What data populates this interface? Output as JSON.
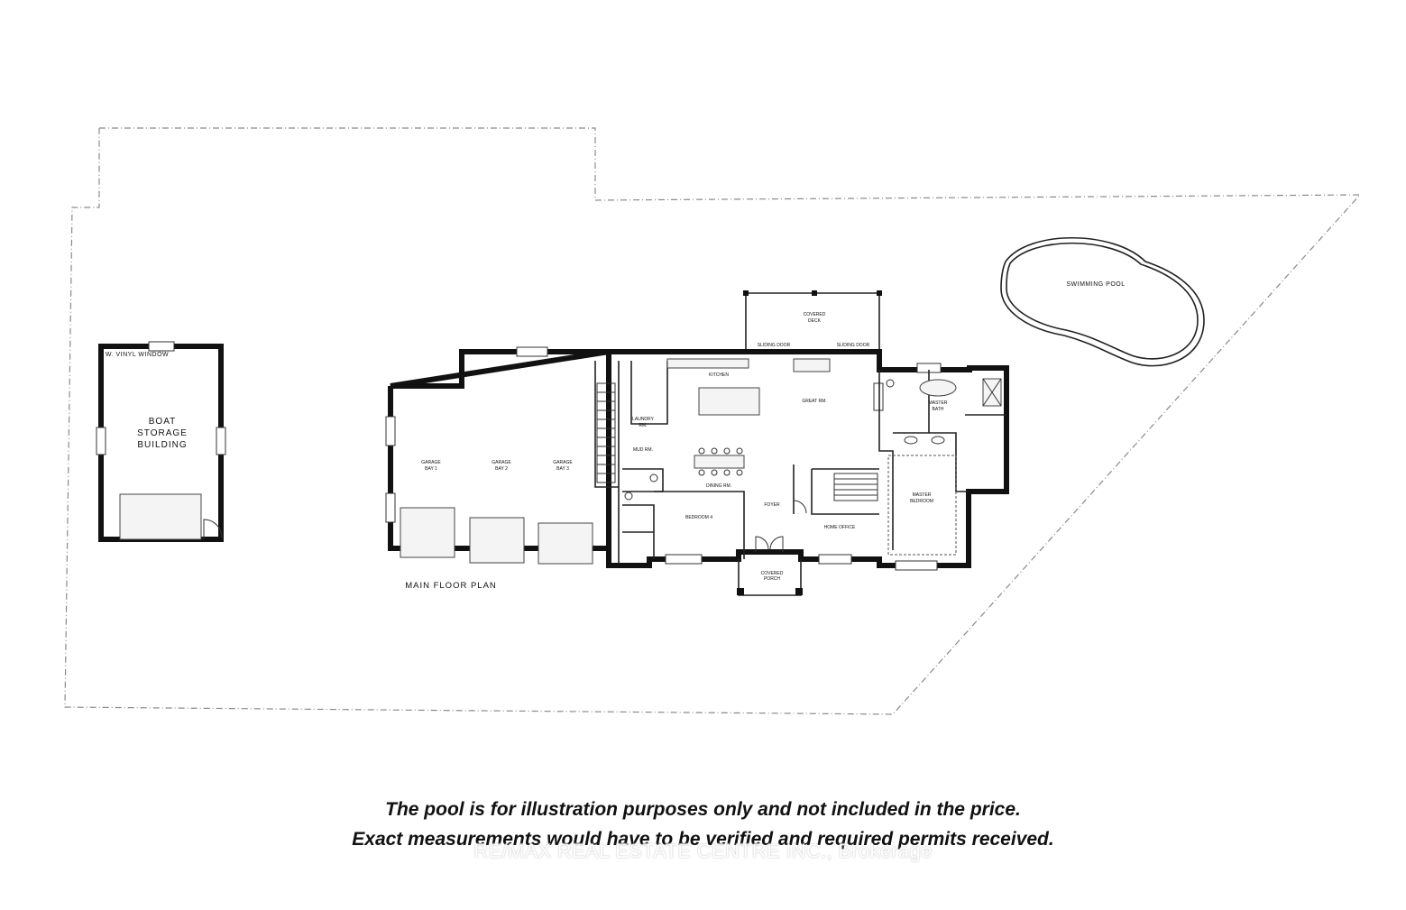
{
  "labels": {
    "boat_storage": [
      "BOAT",
      "STORAGE",
      "BUILDING"
    ],
    "swimming_pool": "SWIMMING POOL",
    "main_floor_plan": "MAIN FLOOR PLAN",
    "garage_bay_1": [
      "GARAGE",
      "BAY 1"
    ],
    "garage_bay_2": [
      "GARAGE",
      "BAY 2"
    ],
    "garage_bay_3": [
      "GARAGE",
      "BAY 3"
    ],
    "covered_deck": [
      "COVERED",
      "DECK"
    ],
    "kitchen": "KITCHEN",
    "great_rm": "GREAT RM.",
    "dining_rm": "DINING RM.",
    "laundry": [
      "LAUNDRY",
      "RM."
    ],
    "mud_rm": "MUD RM.",
    "bedroom_4": "BEDROOM 4",
    "foyer": "FOYER",
    "home_office": "HOME OFFICE",
    "master_bath": [
      "MASTER",
      "BATH"
    ],
    "master_bedroom": [
      "MASTER",
      "BEDROOM"
    ],
    "covered_porch": [
      "COVERED",
      "PORCH"
    ],
    "sliding_door_left": "SLIDING DOOR",
    "sliding_door_right": "SLIDING DOOR"
  },
  "notes": {
    "line1": "The pool is for illustration purposes only and not included in the price.",
    "line2": "Exact measurements would have to be verified and required permits received."
  },
  "watermark": "RE/MAX REAL ESTATE CENTRE INC., Brokerage"
}
